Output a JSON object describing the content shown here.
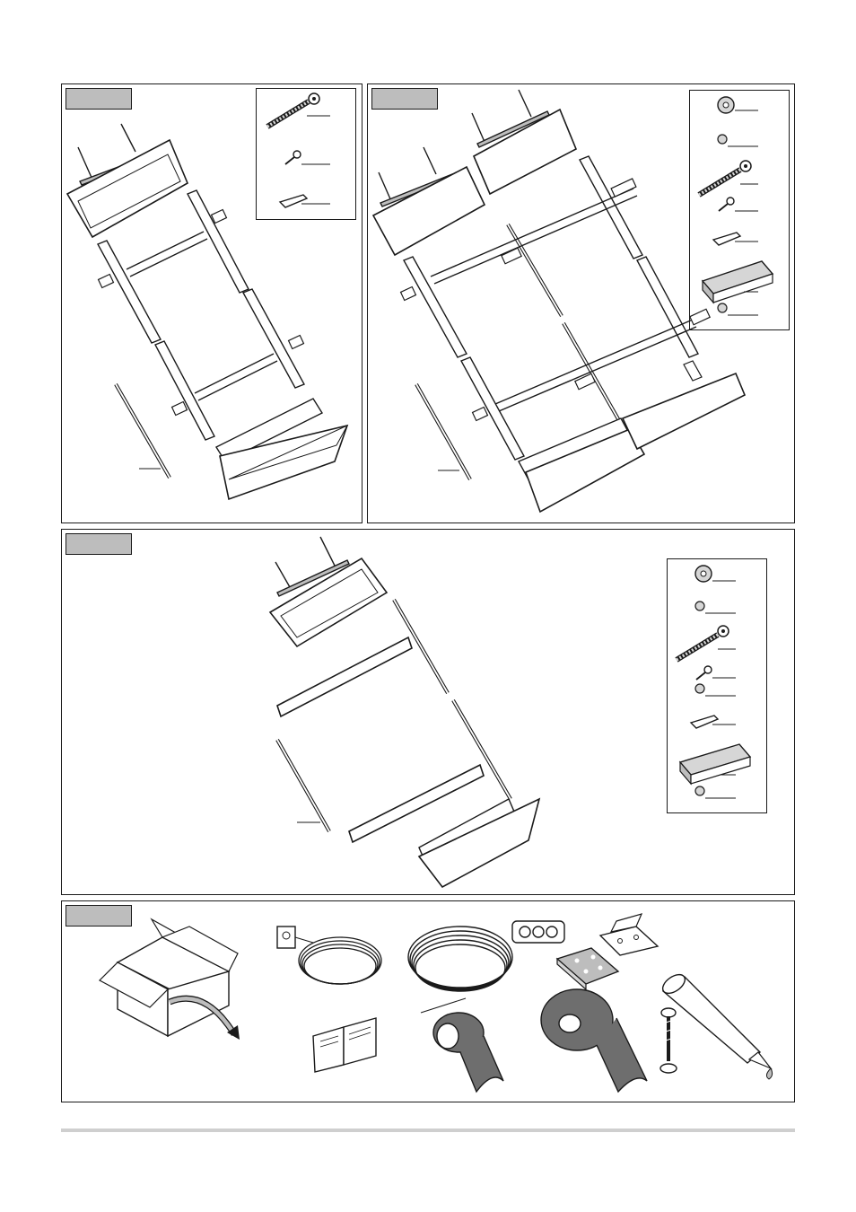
{
  "page": {
    "background": "#ffffff",
    "stroke": "#1a1a1a",
    "tab_fill": "#bdbdbd",
    "part_fill": "#d6d6d6"
  },
  "panels": [
    {
      "id": "single-window-kit",
      "tab": "",
      "parts": [
        "eye-bolt",
        "pin",
        "bracket-clip"
      ]
    },
    {
      "id": "double-window-kit",
      "tab": "",
      "parts": [
        "wing-nut",
        "screw",
        "eye-bolt",
        "pin",
        "bracket-clip",
        "channel-bracket",
        "screw"
      ]
    },
    {
      "id": "window-with-side-panels-kit",
      "tab": "",
      "parts": [
        "wing-nut",
        "screw",
        "eye-bolt",
        "pin",
        "screw",
        "bracket-clip",
        "channel-bracket",
        "screw"
      ]
    },
    {
      "id": "accessories",
      "tab": "",
      "items": [
        "cardboard-box",
        "cable-coil",
        "tube-coil",
        "plates",
        "manual-booklet",
        "tape-roll",
        "foam-roll",
        "screw-with-washer",
        "sealant-cartridge"
      ]
    }
  ]
}
